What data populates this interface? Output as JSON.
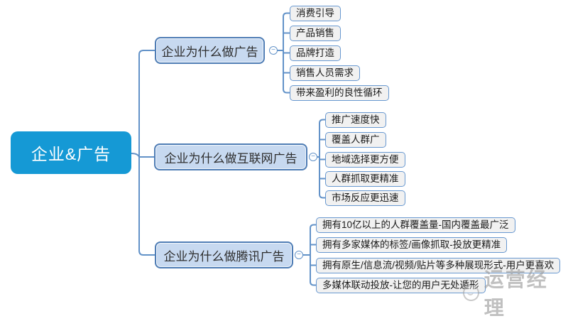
{
  "root": {
    "label": "企业&广告"
  },
  "branches": [
    {
      "label": "企业为什么做广告",
      "children": [
        "消费引导",
        "产品销售",
        "品牌打造",
        "销售人员需求",
        "带来盈利的良性循环"
      ]
    },
    {
      "label": "企业为什么做互联网广告",
      "children": [
        "推广速度快",
        "覆盖人群广",
        "地域选择更方便",
        "人群抓取更精准",
        "市场反应更迅速"
      ]
    },
    {
      "label": "企业为什么做腾讯广告",
      "children": [
        "拥有10亿以上的人群覆盖量-国内覆盖最广泛",
        "拥有多家媒体的标签/画像抓取-投放更精准",
        "拥有原生/信息流/视频/贴片等多种展现形式-用户更喜欢",
        "多媒体联动投放-让您的用户无处遁形"
      ]
    }
  ],
  "controls": {
    "collapse_glyph": "−"
  },
  "watermark": {
    "label": "运营经理"
  },
  "colors": {
    "root_fill": "#1599d5",
    "branch_fill": "#c7d9f0",
    "branch_border": "#4f7db5",
    "leaf_fill": "#f1f1f1",
    "leaf_border": "#6898d0",
    "connector": "#6292c8"
  }
}
